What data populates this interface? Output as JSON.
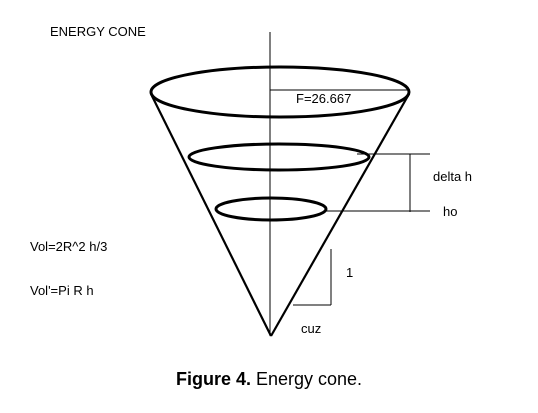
{
  "title": "ENERGY CONE",
  "labels": {
    "f_value": "F=26.667",
    "delta_h": "delta h",
    "ho": "ho",
    "one": "1",
    "cuz": "cuz",
    "vol1": "Vol=2R^2 h/3",
    "vol2": "Vol'=Pi R h"
  },
  "caption": {
    "prefix": "Figure 4.",
    "text": " Energy cone."
  }
}
